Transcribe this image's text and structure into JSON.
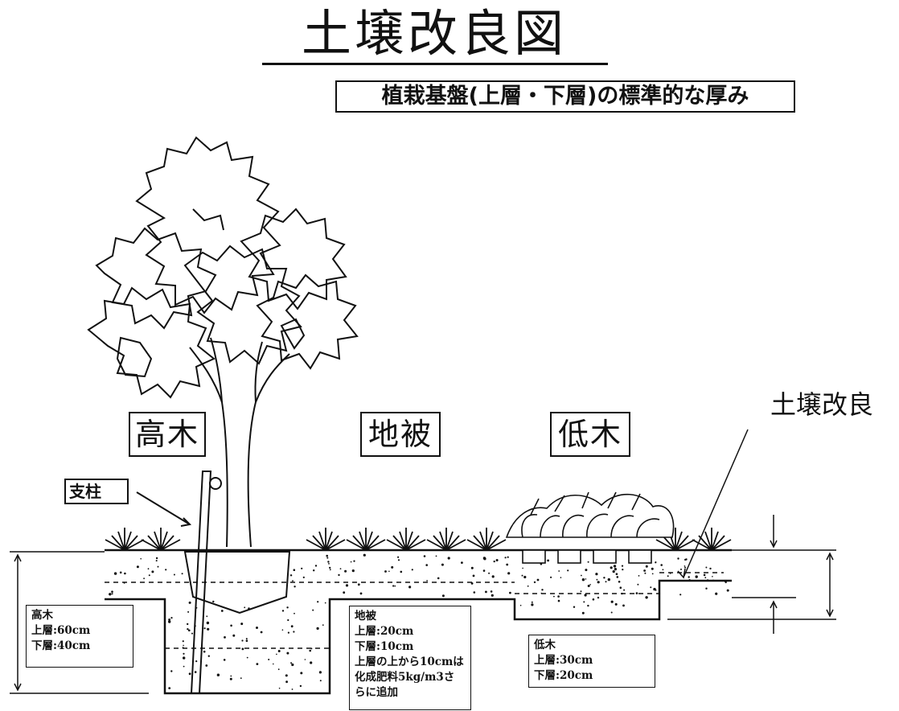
{
  "title": "土壌改良図",
  "subtitle": "植栽基盤(上層・下層)の標準的な厚み",
  "labels": {
    "tall_tree": "高木",
    "ground_cover": "地被",
    "shrub": "低木",
    "soil_improvement": "土壌改良",
    "support_post": "支柱"
  },
  "notes": {
    "tall_tree": {
      "heading": "高木",
      "upper": "上層:60cm",
      "lower": "下層:40cm"
    },
    "ground_cover": {
      "heading": "地被",
      "upper": "上層:20cm",
      "lower": "下層:10cm",
      "extra1": "上層の上から10cmは",
      "extra2": "化成肥料5kg/m3さ",
      "extra3": "らに追加"
    },
    "shrub": {
      "heading": "低木",
      "upper": "上層:30cm",
      "lower": "下層:20cm"
    }
  },
  "colors": {
    "ink": "#111111",
    "paper": "#ffffff"
  }
}
